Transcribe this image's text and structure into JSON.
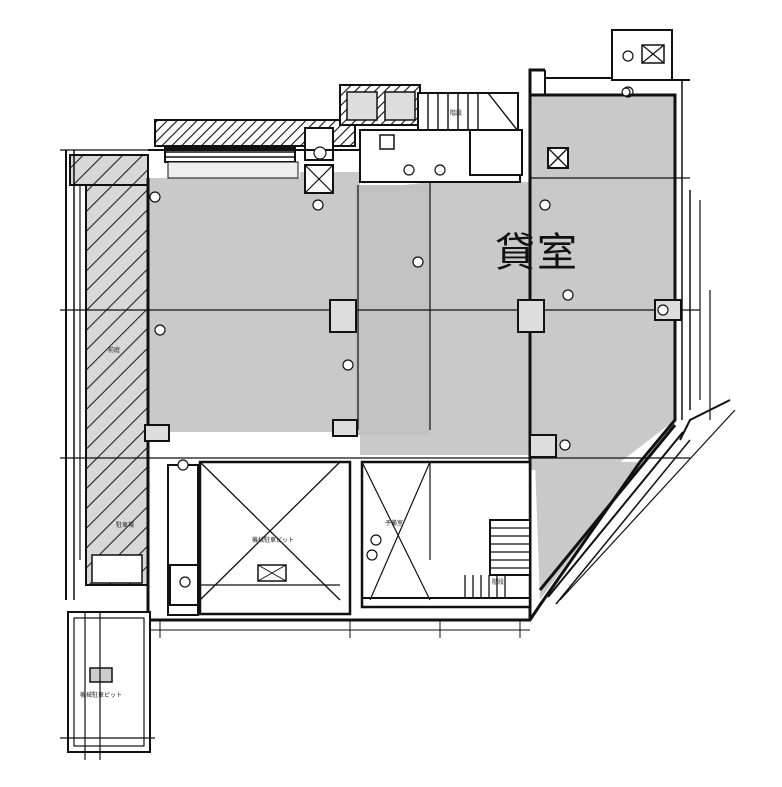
{
  "plan": {
    "main_room_label": "貸室",
    "labels": {
      "left_strip": "前庭",
      "left_strip_lower": "駐車場",
      "elevator_pit": "機械駐車ピット",
      "lower_room": "予備室",
      "stair_note": "階段",
      "bottom_pit": "機械駐車ピット",
      "top_stair": "階段"
    },
    "colors": {
      "floor_fill": "#c9c9c9",
      "wall": "#111111",
      "background": "#ffffff",
      "hatch": "#222222"
    }
  }
}
